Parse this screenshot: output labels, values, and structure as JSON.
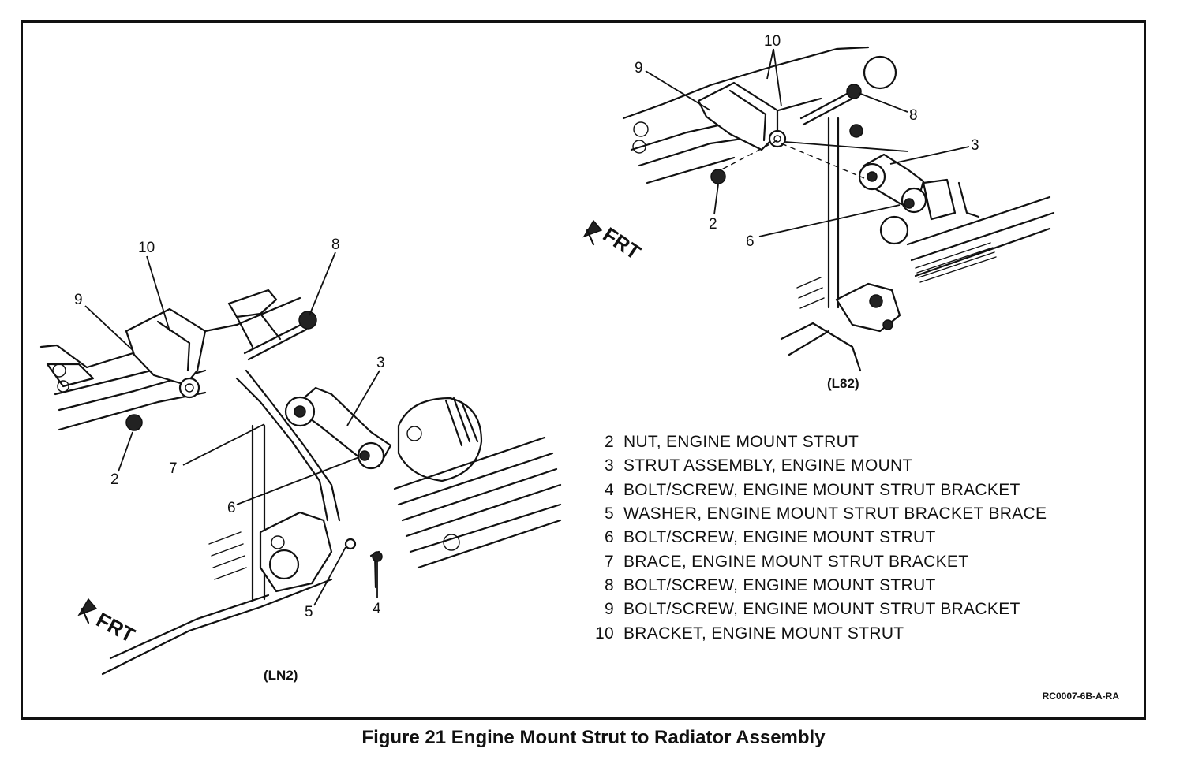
{
  "figure": {
    "caption": "Figure 21 Engine Mount Strut to Radiator Assembly",
    "reference_code": "RC0007-6B-A-RA"
  },
  "views": [
    {
      "id": "left",
      "label": "(LN2)",
      "direction": "FRT"
    },
    {
      "id": "right",
      "label": "(L82)",
      "direction": "FRT"
    }
  ],
  "callouts_left": [
    "10",
    "9",
    "8",
    "3",
    "2",
    "7",
    "6",
    "5",
    "4"
  ],
  "callouts_right": [
    "10",
    "9",
    "8",
    "3",
    "2",
    "6"
  ],
  "legend": [
    {
      "num": "2",
      "desc": "NUT, ENGINE MOUNT STRUT"
    },
    {
      "num": "3",
      "desc": "STRUT ASSEMBLY, ENGINE MOUNT"
    },
    {
      "num": "4",
      "desc": "BOLT/SCREW, ENGINE MOUNT STRUT BRACKET"
    },
    {
      "num": "5",
      "desc": "WASHER, ENGINE MOUNT STRUT BRACKET BRACE"
    },
    {
      "num": "6",
      "desc": "BOLT/SCREW, ENGINE MOUNT STRUT"
    },
    {
      "num": "7",
      "desc": "BRACE, ENGINE MOUNT STRUT BRACKET"
    },
    {
      "num": "8",
      "desc": "BOLT/SCREW, ENGINE MOUNT STRUT"
    },
    {
      "num": "9",
      "desc": "BOLT/SCREW, ENGINE MOUNT STRUT BRACKET"
    },
    {
      "num": "10",
      "desc": "BRACKET, ENGINE MOUNT STRUT"
    }
  ]
}
